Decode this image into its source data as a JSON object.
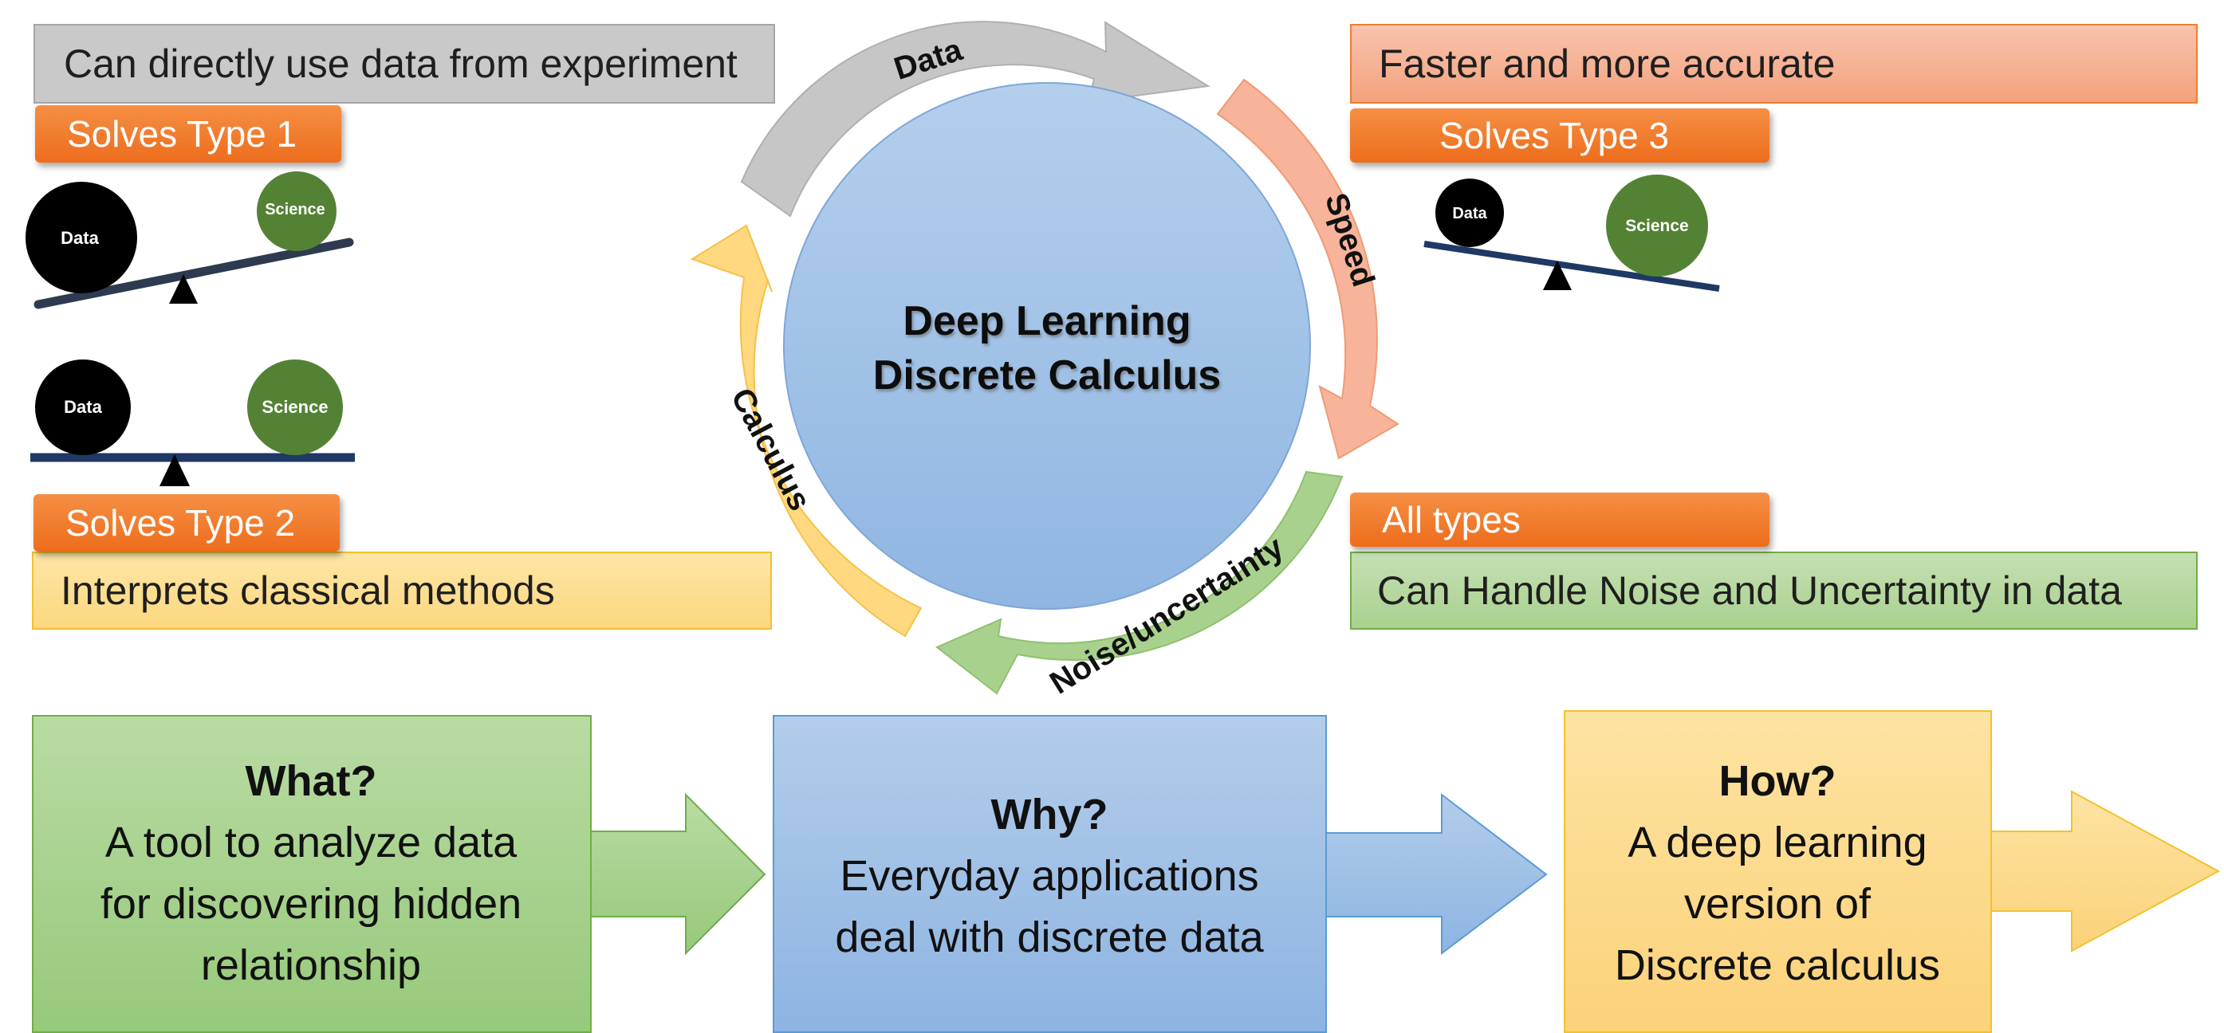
{
  "top_left_banner": "Can directly use data from experiment",
  "top_right_banner": "Faster and more accurate",
  "mid_left_banner": "Interprets classical methods",
  "mid_right_banner": "Can Handle Noise and Uncertainty in data",
  "tags": {
    "type1": "Solves Type 1",
    "type2": "Solves Type 2",
    "type3": "Solves Type 3",
    "all": "All types"
  },
  "balances": {
    "data_label": "Data",
    "science_label": "Science"
  },
  "cycle": {
    "center_line1": "Deep Learning",
    "center_line2": "Discrete Calculus",
    "arc_data": "Data",
    "arc_speed": "Speed",
    "arc_noise": "Noise/uncertainty",
    "arc_calculus": "Calculus"
  },
  "boxes": {
    "what": {
      "title": "What?",
      "lines": [
        "A tool to analyze data",
        "for discovering hidden",
        "relationship"
      ]
    },
    "why": {
      "title": "Why?",
      "lines": [
        "Everyday applications",
        "deal with discrete data"
      ]
    },
    "how": {
      "title": "How?",
      "lines": [
        "A deep learning",
        "version of",
        "Discrete calculus"
      ]
    }
  },
  "colors": {
    "gray": "#c6c6c6",
    "salmon": "#f7b49a",
    "green": "#a9d18e",
    "yellow": "#ffd87f",
    "blue": "#9dc3e6",
    "orange": "#ed7d31",
    "science_green": "#548235",
    "navy": "#1f3864"
  }
}
